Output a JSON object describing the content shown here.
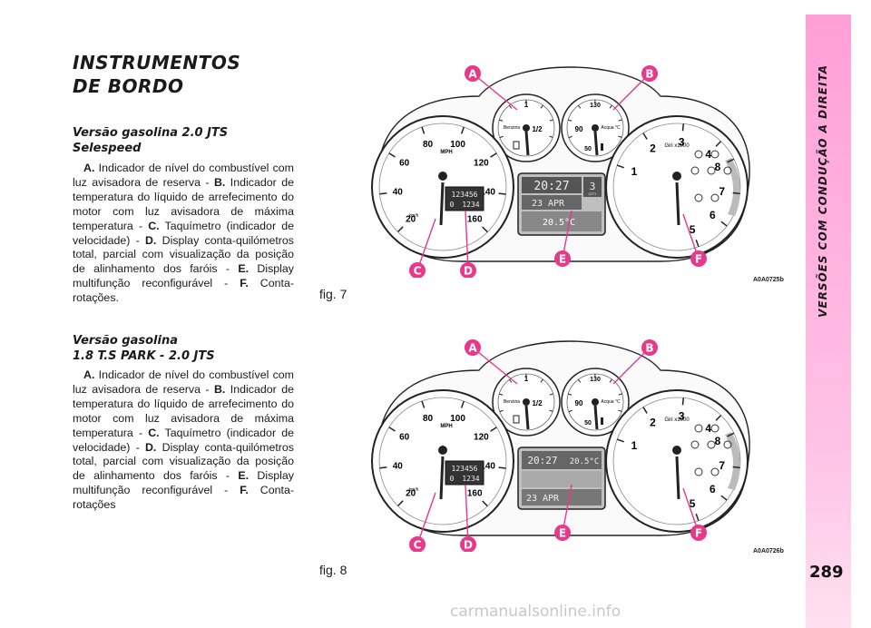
{
  "heading": {
    "line1": "INSTRUMENTOS",
    "line2": "DE BORDO"
  },
  "section1": {
    "title_line1": "Versão gasolina 2.0 JTS",
    "title_line2": "Selespeed",
    "parts": [
      {
        "b": "A.",
        "t": " Indicador de nível do combustível com luz avisadora de reserva - "
      },
      {
        "b": "B.",
        "t": " Indicador de temperatura do líquido de arrefecimento do motor com luz avisadora de máxima temperatura - "
      },
      {
        "b": "C.",
        "t": " Taquímetro (indicador de velocidade) - "
      },
      {
        "b": "D.",
        "t": " Display conta-quilómetros total, parcial com visualização da posição de alinhamento dos faróis - "
      },
      {
        "b": "E.",
        "t": " Display multifunção reconfigurável - "
      },
      {
        "b": "F.",
        "t": " Conta-rotações."
      }
    ]
  },
  "section2": {
    "title_line1": "Versão gasolina",
    "title_line2": "1.8 T.S PARK - 2.0 JTS",
    "parts": [
      {
        "b": "A.",
        "t": " Indicador de nível do combustível com luz avisadora de reserva - "
      },
      {
        "b": "B.",
        "t": " Indicador de temperatura do líquido de arrefecimento do motor com luz avisadora de máxima temperatura - "
      },
      {
        "b": "C.",
        "t": " Taquímetro (indicador de velocidade) - "
      },
      {
        "b": "D.",
        "t": " Display conta-quilómetros total, parcial com visualização da posição de alinhamento dos faróis - "
      },
      {
        "b": "E.",
        "t": " Display multifunção reconfigurável - "
      },
      {
        "b": "F.",
        "t": " Conta-rotações"
      }
    ]
  },
  "figures": [
    {
      "label": "fig. 7",
      "code": "A0A0725b"
    },
    {
      "label": "fig. 8",
      "code": "A0A0726b"
    }
  ],
  "cluster": {
    "callouts": [
      "A",
      "B",
      "C",
      "D",
      "E",
      "F"
    ],
    "fuel_labels": {
      "name": "Benzina",
      "half": "1/2",
      "full": "1"
    },
    "temp_labels": {
      "name": "Acqua °C",
      "mid": "90",
      "max": "130",
      "min": "50"
    },
    "speed_mph": [
      "20",
      "40",
      "60",
      "80",
      "100",
      "120",
      "140",
      "160"
    ],
    "speed_unit_mph": "MPH",
    "speed_unit_kmh": "km/h",
    "rpm_ticks": [
      "1",
      "2",
      "3",
      "4",
      "5",
      "6",
      "7",
      "8"
    ],
    "rpm_unit": "Giri x1000",
    "odometer_total": "123456",
    "odometer_trip": "1234",
    "odometer_mode": "0",
    "fig7_display": {
      "time": "20:27",
      "gear": "3",
      "mode": "CITY",
      "date": "23 APR",
      "temp": "20.5°C"
    },
    "fig8_display": {
      "time": "20:27",
      "temp": "20.5°C",
      "date": "23 APR"
    },
    "callout_color": "#e8388a"
  },
  "sidebar": {
    "text": "VERSÕES COM CONDUÇÃO A DIREITA",
    "page": "289"
  },
  "watermark": "carmanualsonline.info"
}
